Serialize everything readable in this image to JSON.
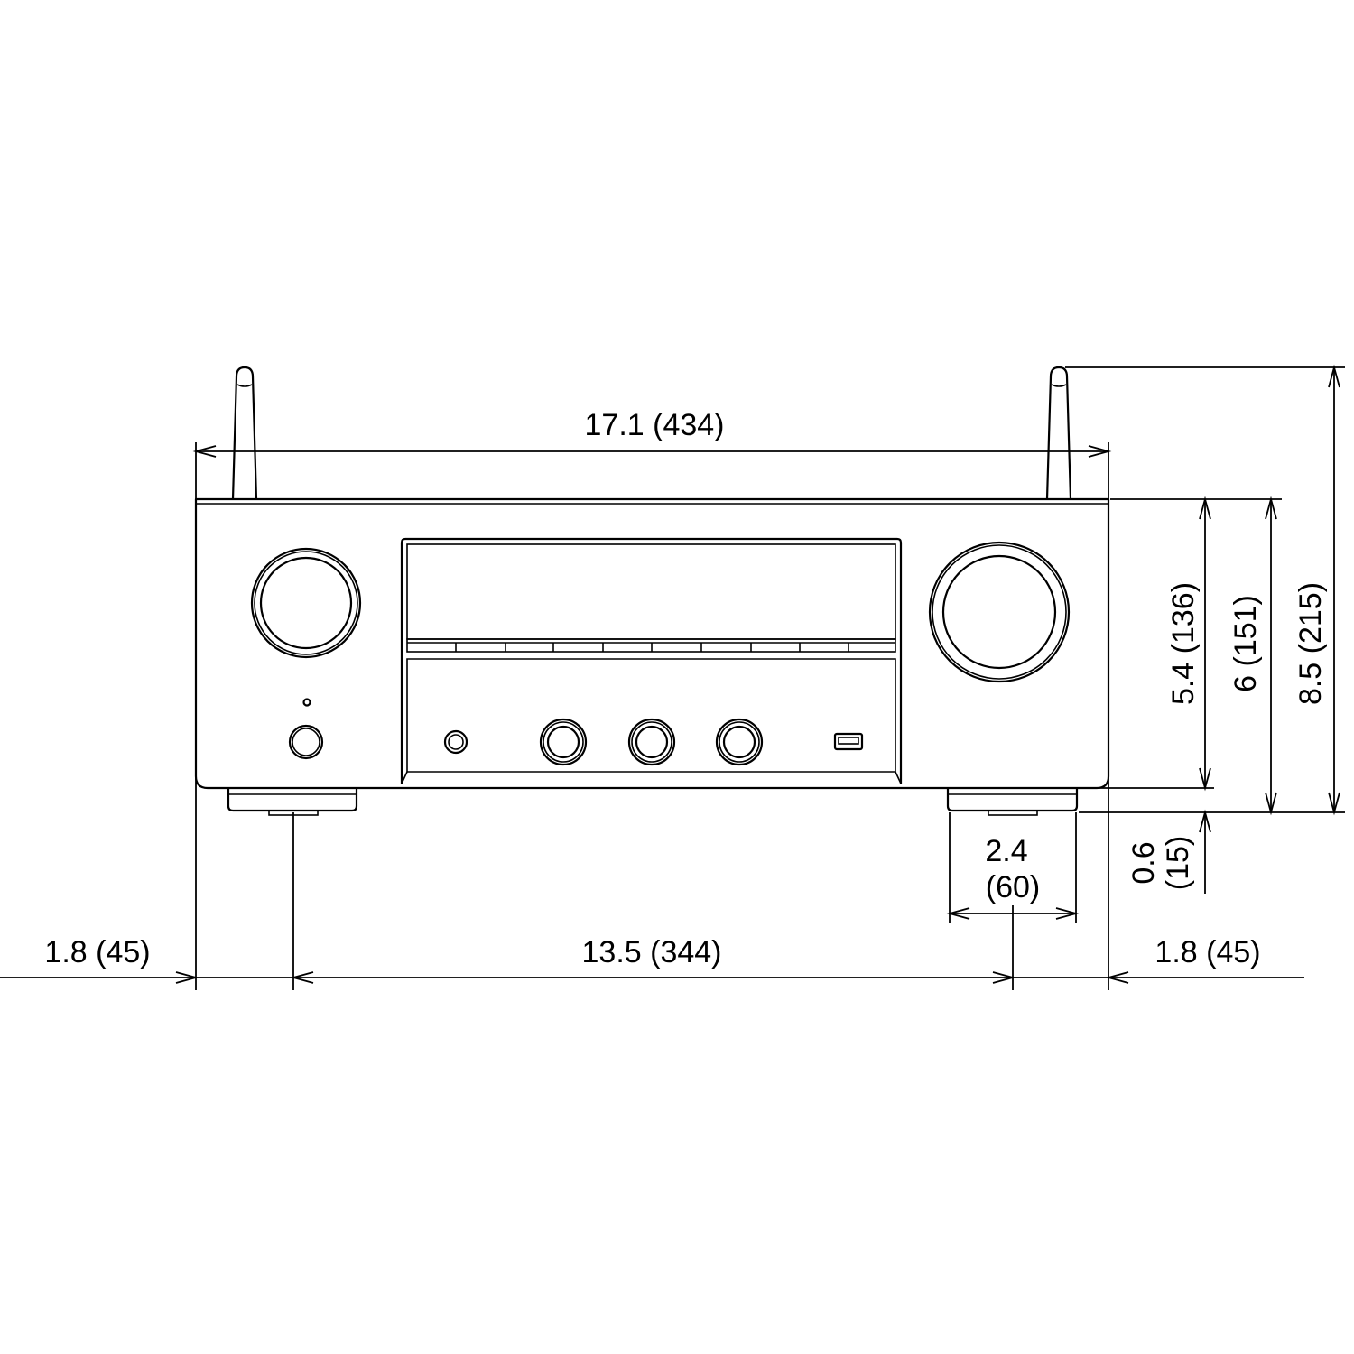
{
  "colors": {
    "line": "#000000",
    "background": "#ffffff"
  },
  "drawing": {
    "dimensions": {
      "overall_width": "17.1 (434)",
      "body_height": "5.4 (136)",
      "height_with_feet": "6 (151)",
      "height_with_antennas": "8.5 (215)",
      "foot_width": {
        "line1": "2.4",
        "line2": "(60)"
      },
      "foot_height": {
        "line1": "0.6",
        "line2": "(15)"
      },
      "left_offset": "1.8 (45)",
      "foot_spacing": "13.5 (344)",
      "right_offset": "1.8 (45)"
    }
  }
}
